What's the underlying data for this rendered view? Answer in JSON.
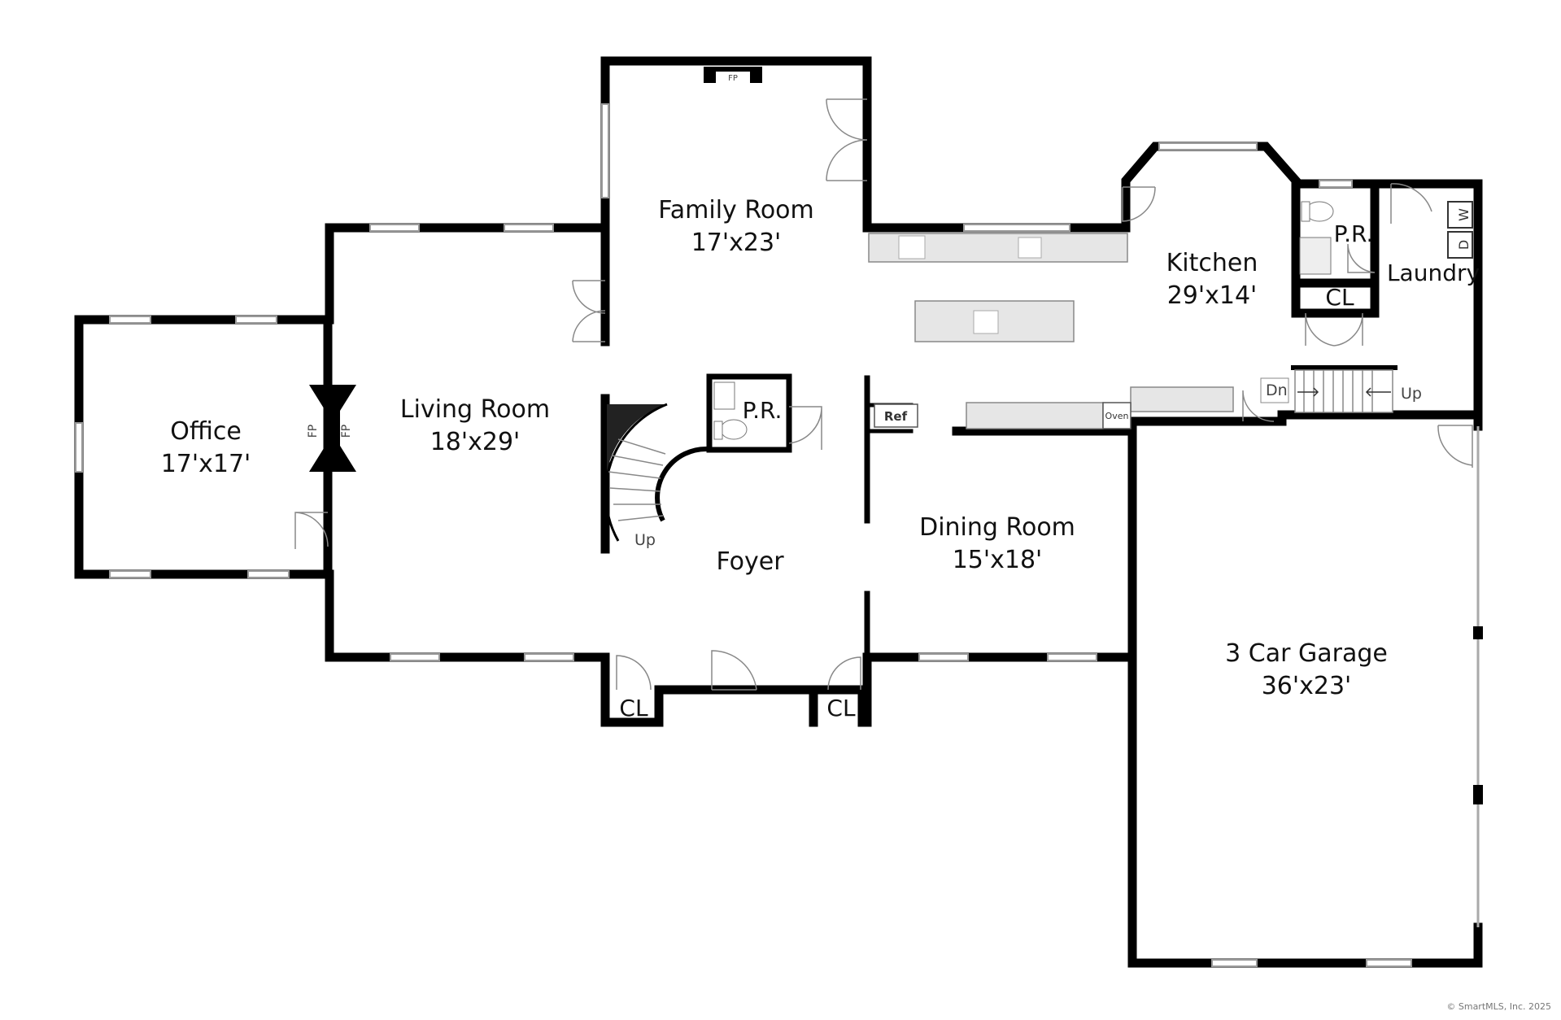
{
  "rooms": {
    "family_room": {
      "name": "Family Room",
      "dim": "17'x23'"
    },
    "living_room": {
      "name": "Living Room",
      "dim": "18'x29'"
    },
    "office": {
      "name": "Office",
      "dim": "17'x17'"
    },
    "kitchen": {
      "name": "Kitchen",
      "dim": "29'x14'"
    },
    "dining_room": {
      "name": "Dining Room",
      "dim": "15'x18'"
    },
    "foyer": {
      "name": "Foyer"
    },
    "garage": {
      "name": "3 Car Garage",
      "dim": "36'x23'"
    },
    "laundry": {
      "name": "Laundry"
    }
  },
  "labels": {
    "powder_room": "P.R.",
    "closet": "CL",
    "fireplace": "FP",
    "up": "Up",
    "down": "Dn",
    "refrigerator": "Ref",
    "oven": "Oven",
    "washer": "W",
    "dryer": "D"
  },
  "copyright": "© SmartMLS, Inc. 2025"
}
